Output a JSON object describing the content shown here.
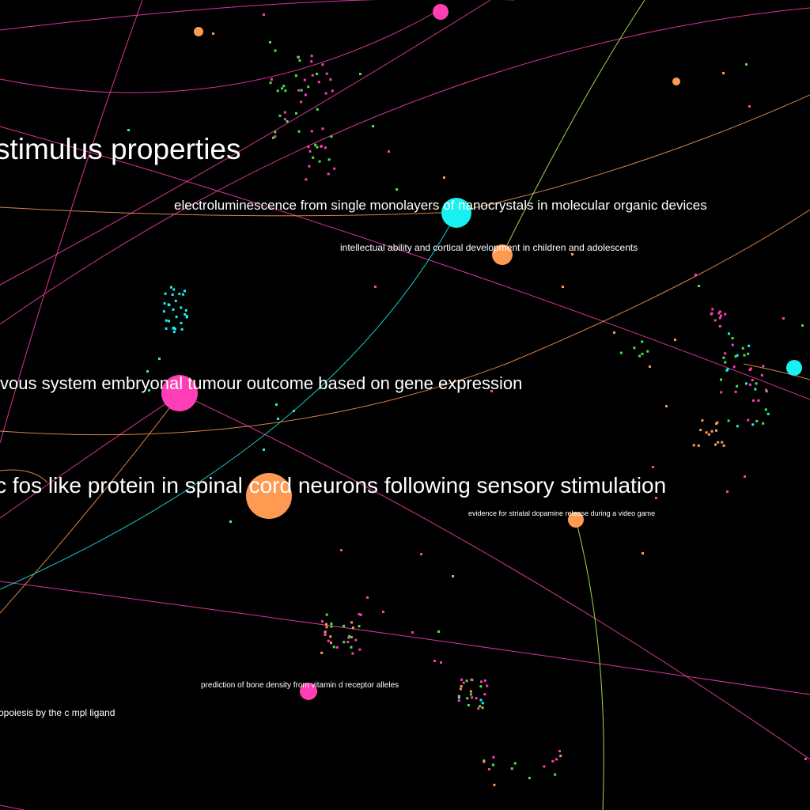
{
  "palette": {
    "background": "#000000",
    "magenta": "#ff3eb5",
    "orange": "#ff9a52",
    "cyan": "#19f0f0",
    "green": "#4be34b",
    "lime": "#b8ff5a",
    "label": "#ffffff"
  },
  "labels": {
    "stimulus": "stimulus properties",
    "electro": "electroluminescence from single monolayers of nanocrystals in molecular organic devices",
    "intellectual": "intellectual ability and cortical development in children and adolescents",
    "nervous": "vous system embryonal tumour outcome based on gene expression",
    "fos": "c fos like protein in spinal cord neurons following sensory stimulation",
    "striatal": "evidence for striatal dopamine release during a video game",
    "bone": "prediction of bone density from vitamin d receptor alleles",
    "poiesis": "opoiesis by the c mpl ligand"
  },
  "nodes": [
    {
      "id": "n-top-magenta",
      "color": "magenta"
    },
    {
      "id": "n-top-orange-small",
      "color": "orange"
    },
    {
      "id": "n-right-orange-small",
      "color": "orange"
    },
    {
      "id": "n-electro",
      "color": "cyan"
    },
    {
      "id": "n-intellectual",
      "color": "orange"
    },
    {
      "id": "n-right-cyan",
      "color": "cyan"
    },
    {
      "id": "n-nervous",
      "color": "magenta"
    },
    {
      "id": "n-fos",
      "color": "orange"
    },
    {
      "id": "n-striatal",
      "color": "orange"
    },
    {
      "id": "n-bone",
      "color": "magenta"
    }
  ]
}
